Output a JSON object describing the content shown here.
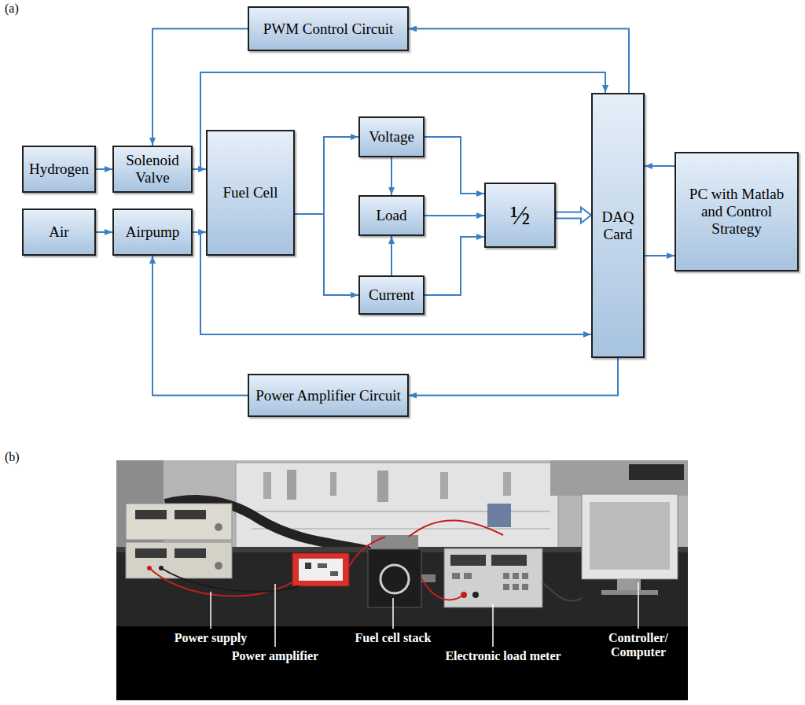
{
  "diagram": {
    "nodes": [
      {
        "text": [
          "PWM Control Circuit"
        ]
      },
      {
        "text": [
          "Hydrogen"
        ]
      },
      {
        "text": [
          "Solenoid Valve"
        ]
      },
      {
        "text": [
          "Fuel Cell"
        ]
      },
      {
        "text": [
          "Voltage"
        ]
      },
      {
        "text": [
          "Load"
        ]
      },
      {
        "text": [
          "½"
        ]
      },
      {
        "text": [
          "DAQ Card"
        ]
      },
      {
        "text": [
          "PC with Matlab and Control Strategy"
        ]
      },
      {
        "text": [
          "Air"
        ]
      },
      {
        "text": [
          "Airpump"
        ]
      },
      {
        "text": [
          "Current"
        ]
      },
      {
        "text": [
          "Power Amplifier Circuit"
        ]
      }
    ],
    "edges": [
      {
        "from": 1,
        "to": 2,
        "arrow": "to"
      },
      {
        "from": 2,
        "to": 3,
        "arrow": "to"
      },
      {
        "from": 9,
        "to": 10,
        "arrow": "to"
      },
      {
        "from": 10,
        "to": 3,
        "arrow": "to"
      },
      {
        "from": 0,
        "to": 2,
        "arrow": "to"
      },
      {
        "from": 7,
        "to": 0,
        "arrow": "to"
      },
      {
        "from": 2,
        "to": 7,
        "arrow": "to"
      },
      {
        "from": 10,
        "to": 7,
        "arrow": "to"
      },
      {
        "from": 7,
        "to": 12,
        "arrow": "to"
      },
      {
        "from": 12,
        "to": 10,
        "arrow": "to"
      },
      {
        "from": 3,
        "to": 4,
        "arrow": "to"
      },
      {
        "from": 3,
        "to": 11,
        "arrow": "to"
      },
      {
        "from": 4,
        "to": 5,
        "arrow": "to"
      },
      {
        "from": 11,
        "to": 5,
        "arrow": "to"
      },
      {
        "from": 4,
        "to": 6,
        "arrow": "to"
      },
      {
        "from": 5,
        "to": 6,
        "arrow": "to"
      },
      {
        "from": 11,
        "to": 6,
        "arrow": "to"
      },
      {
        "from": 6,
        "to": 7,
        "arrow": "to"
      },
      {
        "from": 8,
        "to": 7,
        "arrow": "to"
      },
      {
        "from": 7,
        "to": 8,
        "arrow": "to"
      }
    ],
    "labels": [
      "(a)",
      "(b)",
      "Power supply",
      "Power amplifier",
      "Fuel cell stack",
      "Electronic load meter",
      "Controller/ Computer"
    ]
  }
}
